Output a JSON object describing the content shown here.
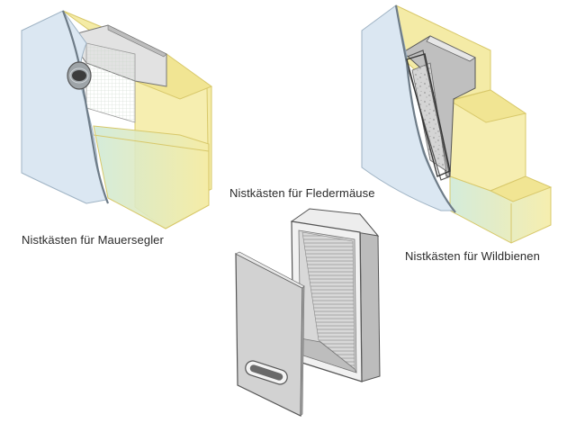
{
  "labels": {
    "swift_box": "Nistkästen für Mauersegler",
    "bat_box": "Nistkästen für Fledermäuse",
    "bee_box": "Nistkästen für Wildbienen"
  },
  "colors": {
    "insulation": "#f3eaa0",
    "insulation_edge": "#d9c96a",
    "plaster": "#dce8f2",
    "plaster_edge": "#9fb3c4",
    "mesh": "#bfe3c8",
    "box_light": "#ececec",
    "box_mid": "#cfcfcf",
    "box_dark": "#8c8c8c",
    "outline": "#555555"
  }
}
